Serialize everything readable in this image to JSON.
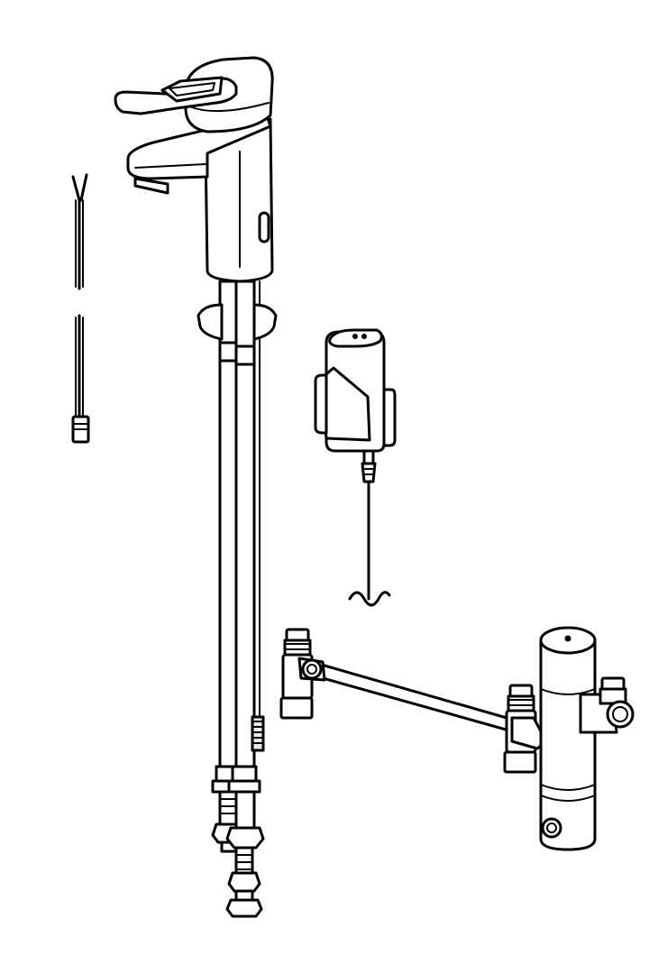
{
  "diagram": {
    "components": [
      {
        "id": "faucet",
        "icon": "basin-faucet-with-sensor"
      },
      {
        "id": "connection-cable",
        "icon": "split-wire-cable-with-plug"
      },
      {
        "id": "control-box",
        "icon": "electronic-control-module"
      },
      {
        "id": "flexible-hoses",
        "icon": "supply-hoses-with-fittings"
      },
      {
        "id": "thermostatic-mixer",
        "icon": "premix-valve-with-angle-valves"
      }
    ],
    "colors": {
      "line": "#000000",
      "fill": "#ffffff",
      "shade": "#e9e9e9"
    }
  }
}
